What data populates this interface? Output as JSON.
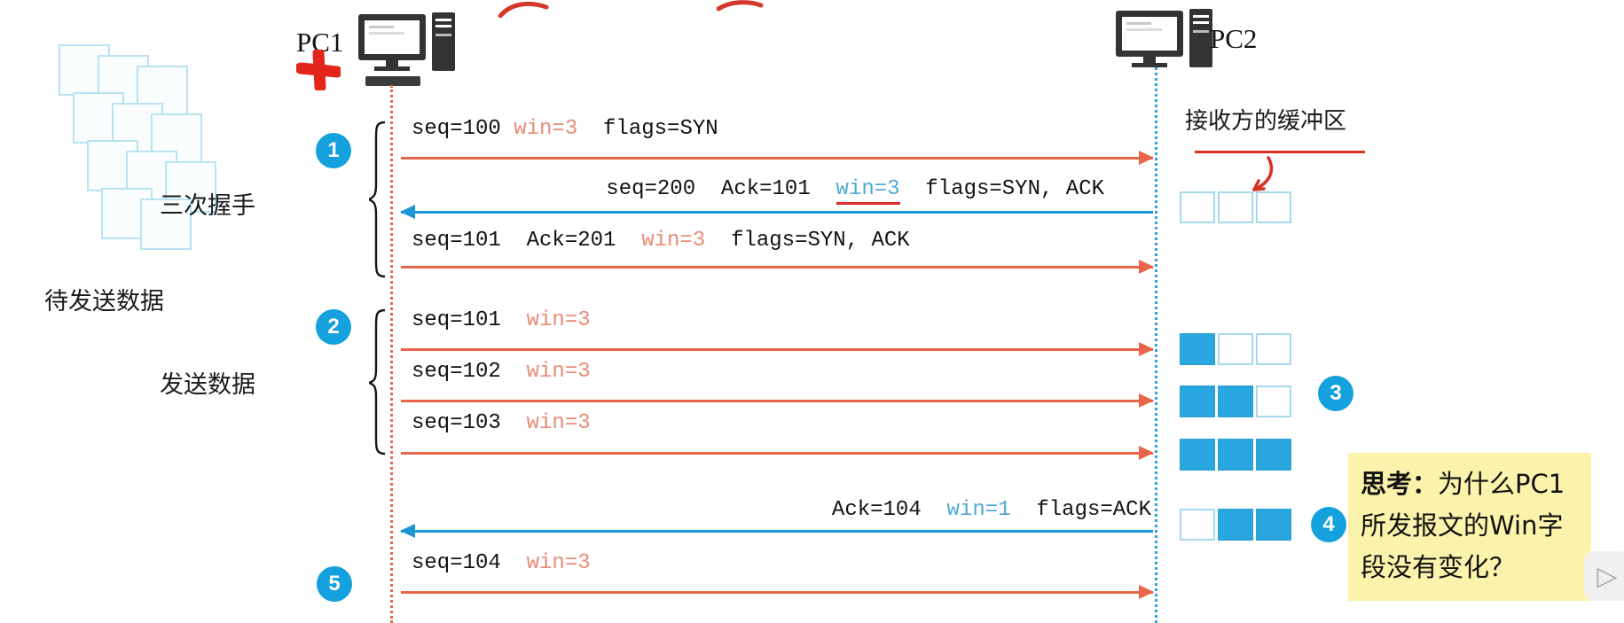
{
  "pc1": {
    "label": "PC1"
  },
  "pc2": {
    "label": "PC2"
  },
  "labels": {
    "pending_data": "待发送数据",
    "handshake": "三次握手",
    "send_data": "发送数据",
    "receiver_buffer": "接收方的缓冲区"
  },
  "badges": [
    "1",
    "2",
    "3",
    "4",
    "5"
  ],
  "messages": [
    {
      "pre": "seq=100 ",
      "win": "win=3",
      "post": "  flags=SYN"
    },
    {
      "pre": "seq=200  Ack=101  ",
      "win": "win=3",
      "post": "  flags=SYN, ACK"
    },
    {
      "pre": "seq=101  Ack=201  ",
      "win": "win=3",
      "post": "  flags=SYN, ACK"
    },
    {
      "pre": "seq=101  ",
      "win": "win=3",
      "post": ""
    },
    {
      "pre": "seq=102  ",
      "win": "win=3",
      "post": ""
    },
    {
      "pre": "seq=103  ",
      "win": "win=3",
      "post": ""
    },
    {
      "pre": "Ack=104  ",
      "win": "win=1",
      "post": "  flags=ACK"
    },
    {
      "pre": "seq=104  ",
      "win": "win=3",
      "post": ""
    }
  ],
  "buffers": [
    [
      0,
      0,
      0
    ],
    [
      1,
      0,
      0
    ],
    [
      1,
      1,
      0
    ],
    [
      1,
      1,
      1
    ],
    [
      0,
      1,
      1
    ]
  ],
  "note": {
    "prefix": "思考：",
    "line1": "为什么PC1",
    "line2": "所发报文的Win字",
    "line3": "段没有变化？"
  },
  "player": {
    "play_icon": "▷"
  },
  "colors": {
    "arrow_send": "#e8654a",
    "arrow_ack": "#1a97d4",
    "badge_blue": "#14a1de",
    "buffer_filled": "#29a7e0",
    "buffer_border": "#a5d9ee",
    "note_background": "#fbf3ab",
    "annotation_red": "#d93025",
    "win_highlight_send": "#e98b77",
    "win_highlight_ack": "#4fa9d6"
  }
}
